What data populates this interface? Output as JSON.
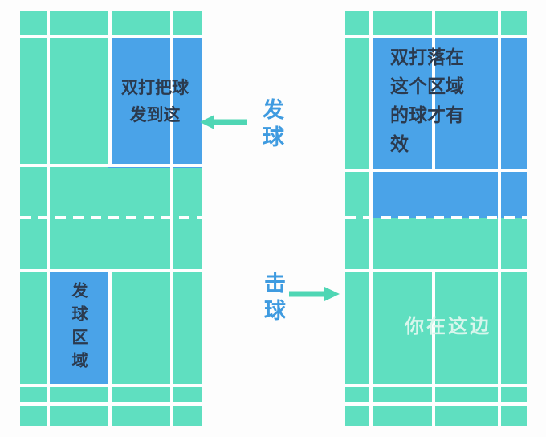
{
  "diagram": {
    "left_court": {
      "serve_target_lines": [
        "双打把球",
        "发到这"
      ],
      "serve_zone_label": "发球区域"
    },
    "middle": {
      "serve_label": "发球",
      "serve_arrow_icon": "arrow-left-icon",
      "hit_label": "击球",
      "hit_arrow_icon": "arrow-right-icon"
    },
    "right_court": {
      "valid_area_lines": [
        "双打落在",
        "这个区域",
        "的球才有",
        "效"
      ],
      "your_side_label": "你在这边"
    }
  },
  "colors": {
    "background": "#fdfdfd",
    "court-teal": "#5fdfc0",
    "highlight-blue": "#4aa3e8",
    "line-white": "#ffffff",
    "dark-text": "#2b3a4e",
    "label-blue": "#3f9be0",
    "arrow-teal": "#4fd6b4",
    "your-side-text": "#d8f6ec"
  }
}
